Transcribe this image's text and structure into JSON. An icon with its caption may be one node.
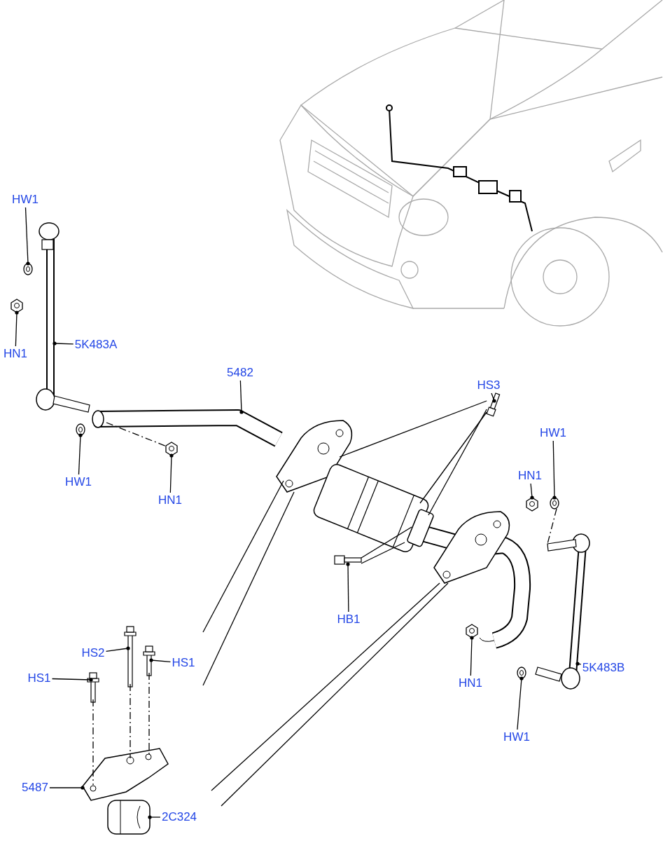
{
  "diagram": {
    "nodes": [
      {
        "text": [
          "HW1"
        ]
      },
      {
        "text": [
          "HN1"
        ]
      },
      {
        "text": [
          "5K483A"
        ]
      },
      {
        "text": [
          "5482"
        ]
      },
      {
        "text": [
          "HW1"
        ]
      },
      {
        "text": [
          "HN1"
        ]
      },
      {
        "text": [
          "HS3"
        ]
      },
      {
        "text": [
          "HW1"
        ]
      },
      {
        "text": [
          "HN1"
        ]
      },
      {
        "text": [
          "HB1"
        ]
      },
      {
        "text": [
          "HS2"
        ]
      },
      {
        "text": [
          "HS1"
        ]
      },
      {
        "text": [
          "HS1"
        ]
      },
      {
        "text": [
          "HN1"
        ]
      },
      {
        "text": [
          "5K483B"
        ]
      },
      {
        "text": [
          "HW1"
        ]
      },
      {
        "text": [
          "5487"
        ]
      },
      {
        "text": [
          "2C324"
        ]
      },
      {
        "text": [],
        "shape": "picture"
      },
      {
        "text": [],
        "shape": "picture"
      },
      {
        "text": [],
        "shape": "picture"
      },
      {
        "text": [],
        "shape": "picture"
      },
      {
        "text": [],
        "shape": "picture"
      },
      {
        "text": [],
        "shape": "picture"
      },
      {
        "text": [],
        "shape": "picture"
      },
      {
        "text": [],
        "shape": "picture"
      },
      {
        "text": [],
        "shape": "picture"
      },
      {
        "text": [],
        "shape": "picture"
      },
      {
        "text": [],
        "shape": "picture"
      },
      {
        "text": [],
        "shape": "picture"
      },
      {
        "text": [],
        "shape": "picture"
      },
      {
        "text": [],
        "shape": "picture"
      },
      {
        "text": [],
        "shape": "picture"
      },
      {
        "text": [],
        "shape": "picture"
      },
      {
        "text": [],
        "shape": "picture"
      },
      {
        "text": [],
        "shape": "picture"
      },
      {
        "text": [],
        "shape": "picture"
      },
      {
        "text": [],
        "shape": "picture"
      },
      {
        "text": [],
        "shape": "picture"
      }
    ],
    "edges": [
      {
        "from": 0,
        "to": 18,
        "arrow": "other"
      },
      {
        "from": 1,
        "to": 19,
        "arrow": "other"
      },
      {
        "from": 2,
        "to": 20,
        "arrow": "other"
      },
      {
        "from": 3,
        "to": 21,
        "arrow": "other"
      },
      {
        "from": 4,
        "to": 22,
        "arrow": "other"
      },
      {
        "from": 5,
        "to": 23,
        "arrow": "other"
      },
      {
        "from": 6,
        "to": 24,
        "arrow": "other"
      },
      {
        "from": 7,
        "to": 25,
        "arrow": "other"
      },
      {
        "from": 8,
        "to": 26,
        "arrow": "other"
      },
      {
        "from": 9,
        "to": 27,
        "arrow": "other"
      },
      {
        "from": 10,
        "to": 28,
        "arrow": "other"
      },
      {
        "from": 11,
        "to": 29,
        "arrow": "other"
      },
      {
        "from": 12,
        "to": 30,
        "arrow": "other"
      },
      {
        "from": 13,
        "to": 31,
        "arrow": "other"
      },
      {
        "from": 14,
        "to": 32,
        "arrow": "other"
      },
      {
        "from": 15,
        "to": 33,
        "arrow": "other"
      },
      {
        "from": 16,
        "to": 34,
        "arrow": "other"
      },
      {
        "from": 17,
        "to": 35,
        "arrow": "other"
      },
      {
        "from": 30,
        "to": 34,
        "arrow": "none",
        "style": "dashed"
      },
      {
        "from": 28,
        "to": 34,
        "arrow": "none",
        "style": "dashed"
      },
      {
        "from": 29,
        "to": 34,
        "arrow": "none",
        "style": "dashed"
      },
      {
        "from": 21,
        "to": 23,
        "arrow": "none",
        "style": "dashed"
      },
      {
        "from": 25,
        "to": 32,
        "arrow": "none",
        "style": "dashed"
      },
      {
        "from": null,
        "to": 36,
        "arrow": "none"
      },
      {
        "from": null,
        "to": 36,
        "arrow": "none"
      },
      {
        "from": null,
        "to": 38,
        "arrow": "none"
      },
      {
        "from": null,
        "to": 38,
        "arrow": "none"
      },
      {
        "from": 24,
        "to": 36,
        "arrow": "none"
      },
      {
        "from": 24,
        "to": 37,
        "arrow": "none"
      },
      {
        "from": 24,
        "to": 37,
        "arrow": "none"
      },
      {
        "from": 27,
        "to": 37,
        "arrow": "none"
      },
      {
        "from": 27,
        "to": 37,
        "arrow": "none"
      }
    ]
  }
}
